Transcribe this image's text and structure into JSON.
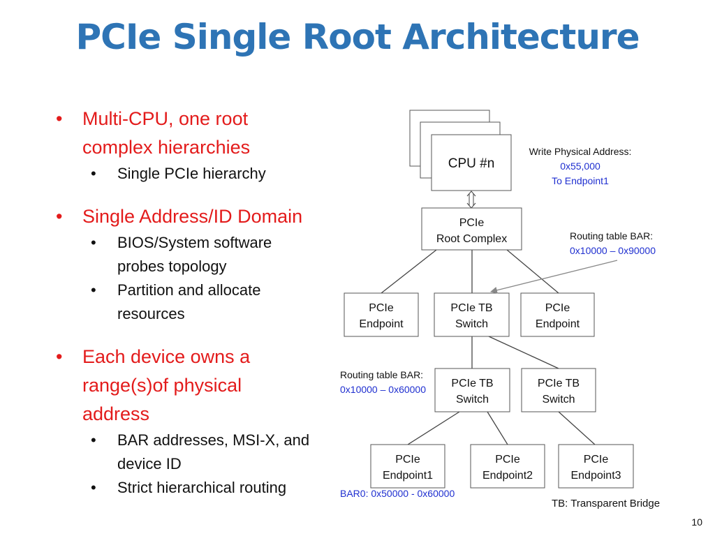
{
  "slide": {
    "title": "PCIe Single Root Architecture",
    "page_number": "10"
  },
  "bullets": [
    {
      "text": "Multi-CPU, one root complex hierarchies",
      "lines": [
        "Multi-CPU, one root",
        "complex hierarchies"
      ],
      "subs": [
        {
          "lines": [
            "Single PCIe hierarchy"
          ]
        }
      ]
    },
    {
      "text": "Single Address/ID Domain",
      "lines": [
        "Single Address/ID Domain"
      ],
      "subs": [
        {
          "lines": [
            "BIOS/System software",
            "probes topology"
          ]
        },
        {
          "lines": [
            "Partition and allocate",
            "resources"
          ]
        }
      ]
    },
    {
      "text": "Each device owns a range(s)of physical address",
      "lines": [
        "Each device owns a",
        "range(s)of physical",
        "address"
      ],
      "subs": [
        {
          "lines": [
            "BAR addresses, MSI-X, and",
            "device ID"
          ]
        },
        {
          "lines": [
            "Strict hierarchical routing"
          ]
        }
      ]
    }
  ],
  "diagram": {
    "nodes": {
      "cpu": [
        "CPU #n"
      ],
      "root_complex": [
        "PCIe",
        "Root Complex"
      ],
      "endpoint_left": [
        "PCIe",
        "Endpoint"
      ],
      "tb_switch_top": [
        "PCIe TB",
        "Switch"
      ],
      "endpoint_right": [
        "PCIe",
        "Endpoint"
      ],
      "tb_switch_left": [
        "PCIe  TB",
        "Switch"
      ],
      "tb_switch_right": [
        "PCIe TB",
        "Switch"
      ],
      "endpoint1": [
        "PCIe",
        "Endpoint1"
      ],
      "endpoint2": [
        "PCIe",
        "Endpoint2"
      ],
      "endpoint3": [
        "PCIe",
        "Endpoint3"
      ]
    },
    "annotations": {
      "write_label": "Write Physical Address:",
      "write_address": "0x55,000",
      "write_target": "To Endpoint1",
      "routing_top_label": "Routing table BAR:",
      "routing_top_range": "0x10000 – 0x90000",
      "routing_left_label": "Routing table BAR:",
      "routing_left_range": "0x10000 – 0x60000",
      "bar0": "BAR0: 0x50000 - 0x60000",
      "legend": "TB: Transparent Bridge"
    },
    "colors": {
      "box_stroke": "#555555",
      "address_text": "#1f2fd0",
      "arrow": "#888888"
    }
  },
  "colors": {
    "title": "#2e74b5",
    "bullet_main": "#e31b1b",
    "bullet_sub": "#111111"
  }
}
